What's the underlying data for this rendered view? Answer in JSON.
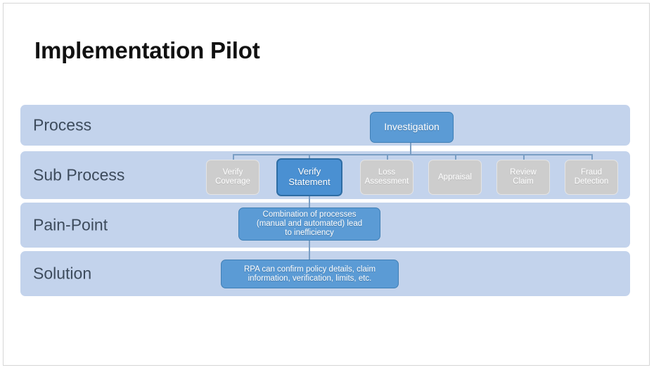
{
  "slide": {
    "title": "Implementation Pilot",
    "background": "#ffffff",
    "band_color": "#c3d3ec",
    "label_color": "#3d4b5c",
    "accent_blue": "#5b9bd5",
    "accent_blue_strong": "#4a90d2",
    "inactive_gray": "#cdcdcd",
    "connector_color": "#7a9ec4"
  },
  "rows": [
    {
      "label": "Process"
    },
    {
      "label": "Sub Process"
    },
    {
      "label": "Pain-Point"
    },
    {
      "label": "Solution"
    }
  ],
  "process": {
    "node": "Investigation"
  },
  "sub_process": {
    "nodes": [
      {
        "label": "Verify\nCoverage",
        "line1": "Verify",
        "line2": "Coverage",
        "state": "inactive"
      },
      {
        "label": "Verify\nStatement",
        "line1": "Verify",
        "line2": "Statement",
        "state": "selected"
      },
      {
        "label": "Loss\nAssessment",
        "line1": "Loss",
        "line2": "Assessment",
        "state": "inactive"
      },
      {
        "label": "Appraisal",
        "line1": "Appraisal",
        "line2": "",
        "state": "inactive"
      },
      {
        "label": "Review\nClaim",
        "line1": "Review",
        "line2": "Claim",
        "state": "inactive"
      },
      {
        "label": "Fraud\nDetection",
        "line1": "Fraud",
        "line2": "Detection",
        "state": "inactive"
      }
    ]
  },
  "pain_point": {
    "line1": "Combination of processes",
    "line2": "(manual and automated) lead",
    "line3": "to inefficiency"
  },
  "solution": {
    "line1": "RPA can confirm policy details, claim",
    "line2": "information, verification, limits, etc."
  }
}
